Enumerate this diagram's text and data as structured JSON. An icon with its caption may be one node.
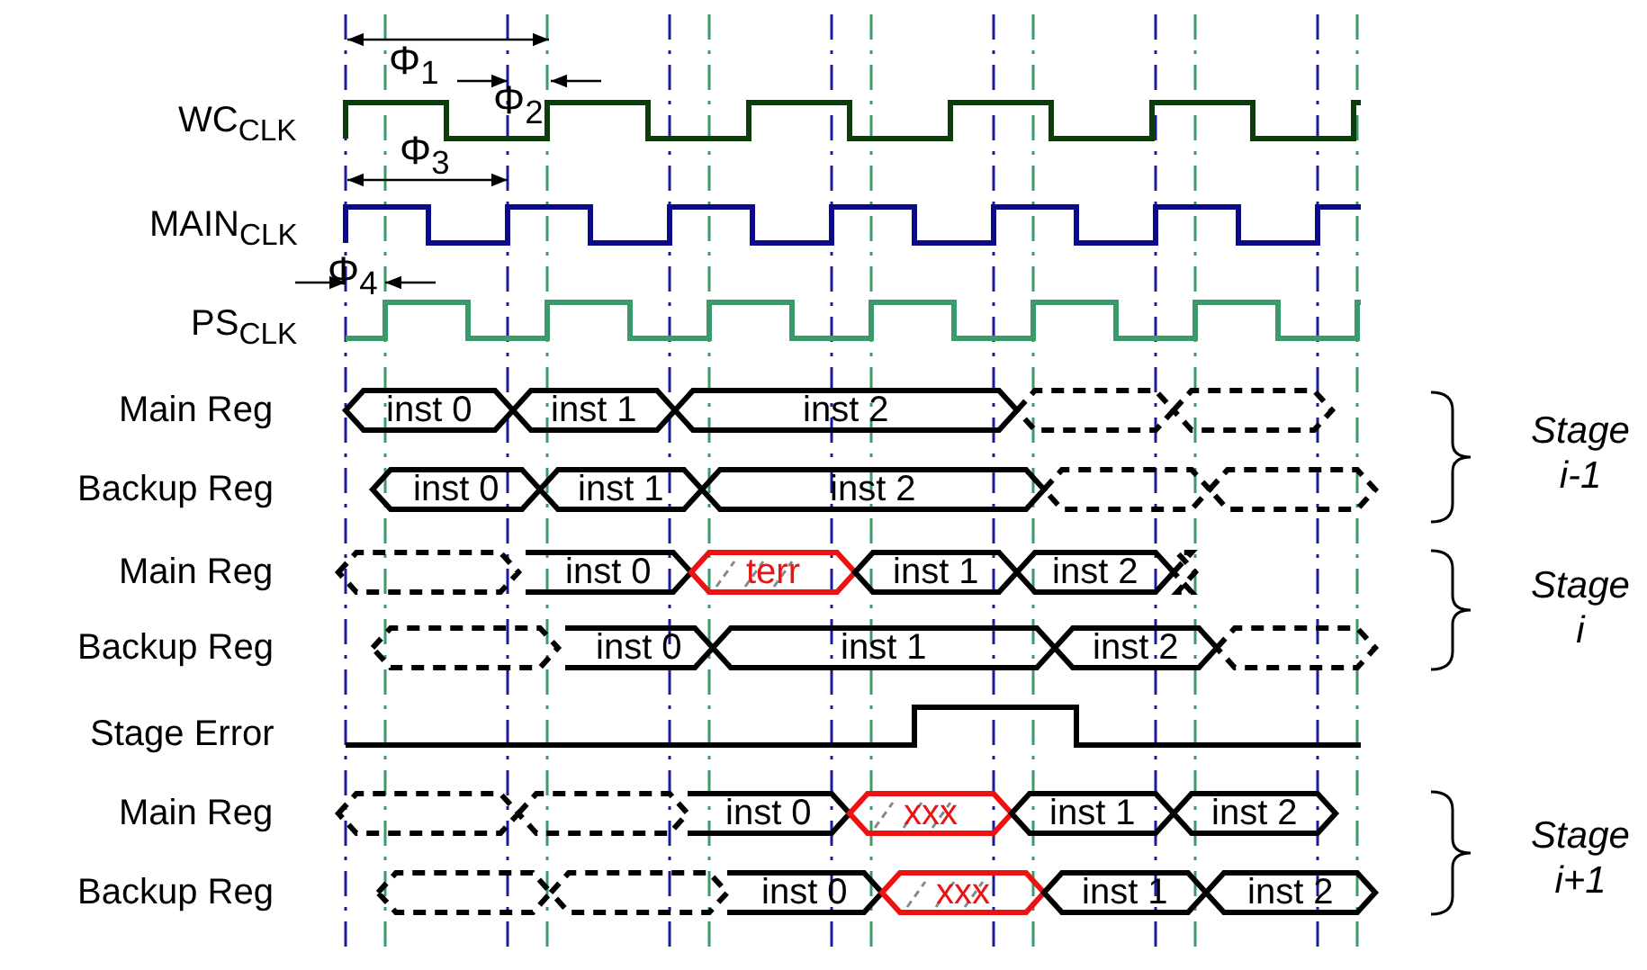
{
  "diagram": {
    "labels": [
      "Φ$_{1}$",
      "Φ$_{2}$",
      "WC$_{CLK}$",
      "Φ$_{3}$",
      "MAIN$_{CLK}$",
      "Φ$_{4}$",
      "PS$_{CLK}$",
      "Main Reg",
      "inst 0",
      "inst 1",
      "inst 2",
      "Stage i-1",
      "Backup Reg",
      "inst 0",
      "inst 1",
      "inst 2",
      "Main Reg",
      "inst 0",
      "terr",
      "inst 1",
      "inst 2",
      "Stage i",
      "Backup Reg",
      "inst 0",
      "inst 1",
      "inst 2",
      "Stage Error",
      "Main Reg",
      "inst 0",
      "xxx",
      "inst 1",
      "inst 2",
      "Stage i+1",
      "Backup Reg",
      "inst 0",
      "xxx",
      "inst 1",
      "inst 2"
    ]
  }
}
